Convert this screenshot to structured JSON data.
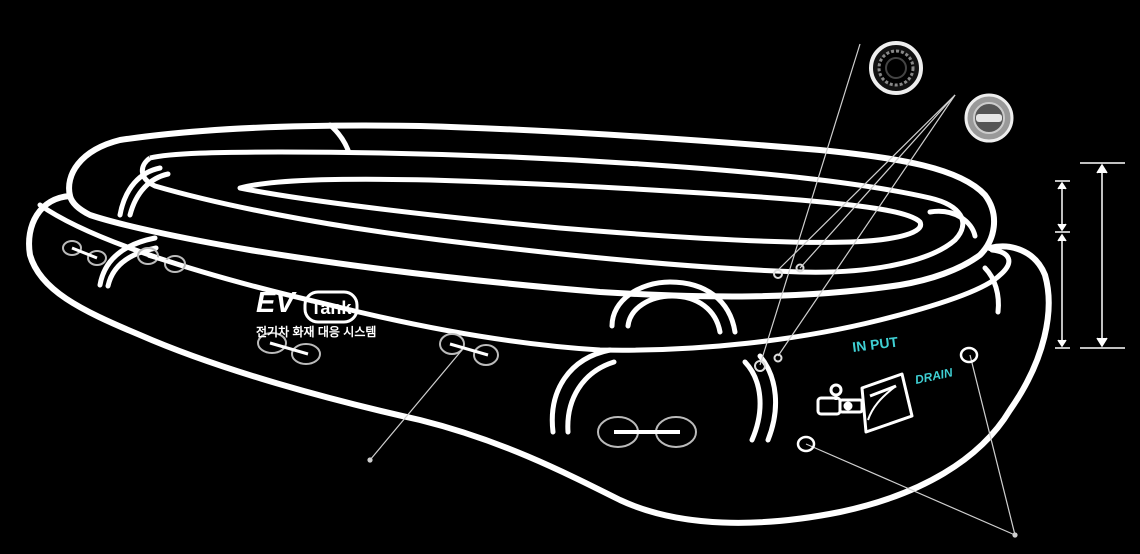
{
  "logo": {
    "brand_ev": "EV",
    "brand_tank": "Tank",
    "tagline": "전기차 화재 대응 시스템"
  },
  "labels": {
    "input": "IN PUT",
    "drain": "DRAIN"
  },
  "colors": {
    "background": "#000000",
    "outline": "#ffffff",
    "accent": "#3fd0d4",
    "leader_line": "#cfcfcf"
  },
  "icons": {
    "valve_top": "round-valve-icon",
    "valve_side": "twist-valve-icon",
    "handle": "handle-icon",
    "inlet_port": "inlet-coupling-icon",
    "drain_port": "drain-port-icon",
    "dimension": "dimension-arrow-icon"
  }
}
